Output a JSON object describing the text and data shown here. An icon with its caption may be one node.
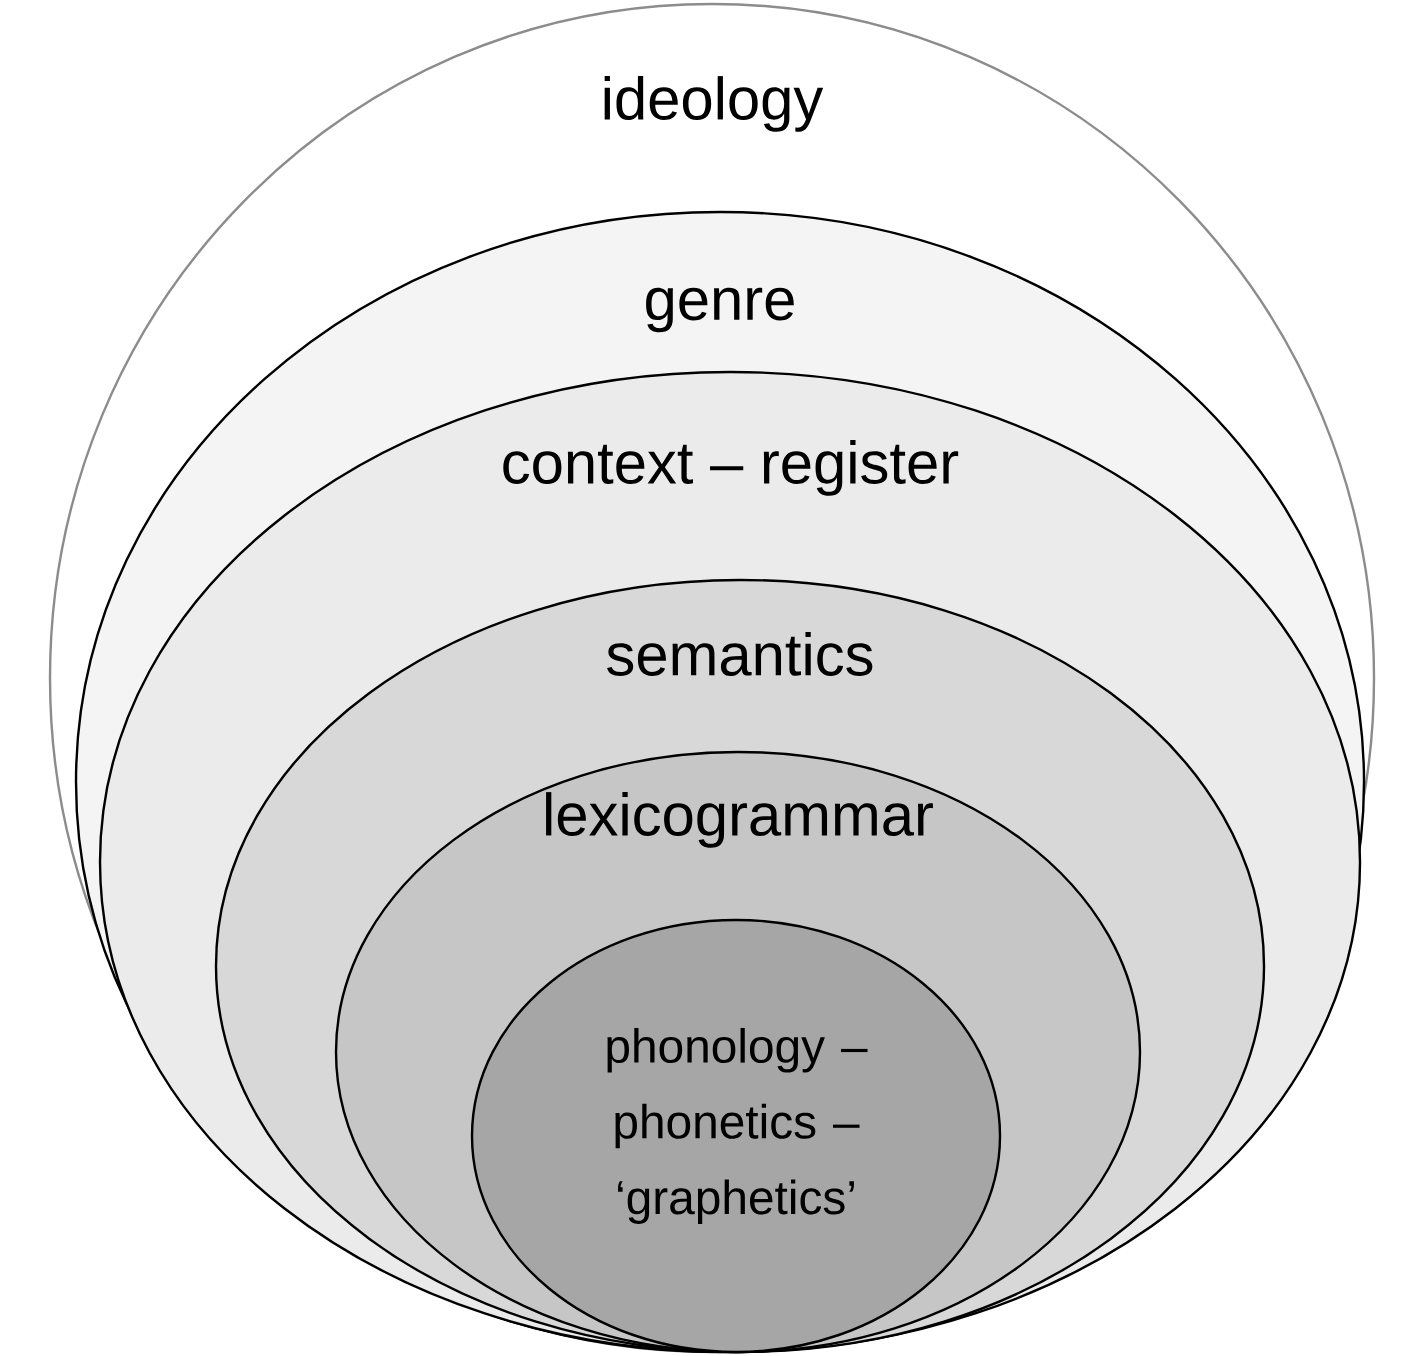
{
  "diagram": {
    "nodes": [
      {
        "text": [
          "ideology"
        ]
      },
      {
        "text": [
          "genre"
        ],
        "in": 0
      },
      {
        "text": [
          "context – register"
        ],
        "in": 1
      },
      {
        "text": [
          "semantics"
        ],
        "in": 2
      },
      {
        "text": [
          "lexicogrammar"
        ],
        "in": 3
      },
      {
        "text": [
          "phonology – phonetics – ‘graphetics’"
        ],
        "in": 4
      }
    ]
  }
}
